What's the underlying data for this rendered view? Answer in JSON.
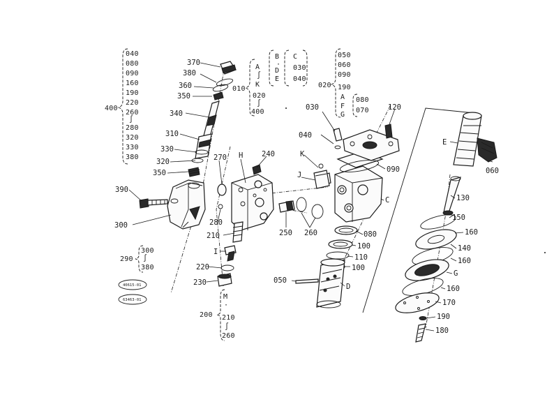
{
  "labels": {
    "p370": "370",
    "p380": "380",
    "p360": "360",
    "p350a": "350",
    "p340": "340",
    "p310": "310",
    "p330": "330",
    "p320": "320",
    "p350b": "350",
    "p390": "390",
    "p300": "300",
    "p270": "270",
    "p240": "240",
    "pH": "H",
    "p280": "280",
    "p210": "210",
    "pI": "I",
    "p220": "220",
    "p230": "230",
    "p250": "250",
    "p260": "260",
    "pJ": "J",
    "pK": "K",
    "p040": "040",
    "p030": "030",
    "p120": "120",
    "p090": "090",
    "pC": "C",
    "p080": "080",
    "p100a": "100",
    "p110": "110",
    "p100b": "100",
    "p050": "050",
    "pD": "D",
    "pE": "E",
    "p060": "060",
    "p130": "130",
    "p150": "150",
    "p160a": "160",
    "p140": "140",
    "p160b": "160",
    "pG": "G",
    "p160c": "160",
    "p170": "170",
    "p190": "190",
    "p180": "180"
  },
  "groups": {
    "g400": {
      "label": "400",
      "items": [
        "040",
        "080",
        "090",
        "160",
        "190",
        "220",
        "260",
        "280",
        "320",
        "330",
        "380"
      ]
    },
    "g010": {
      "label": "010",
      "col1": [
        "A",
        "K",
        "020",
        "400"
      ],
      "col2": [
        "B",
        "D",
        "E"
      ],
      "col3": [
        "C",
        "030",
        "040"
      ]
    },
    "g020": {
      "label": "020",
      "col1": [
        "050",
        "060",
        "090",
        "190"
      ],
      "col2": [
        "A",
        "F",
        "G"
      ],
      "col3": [
        "080",
        "070"
      ]
    },
    "g290": {
      "label": "290",
      "items": [
        "300",
        "380"
      ]
    },
    "g200": {
      "label": "200",
      "items": [
        "M",
        "210",
        "260"
      ]
    }
  },
  "ovals": [
    "40615-01",
    "63463-01"
  ]
}
